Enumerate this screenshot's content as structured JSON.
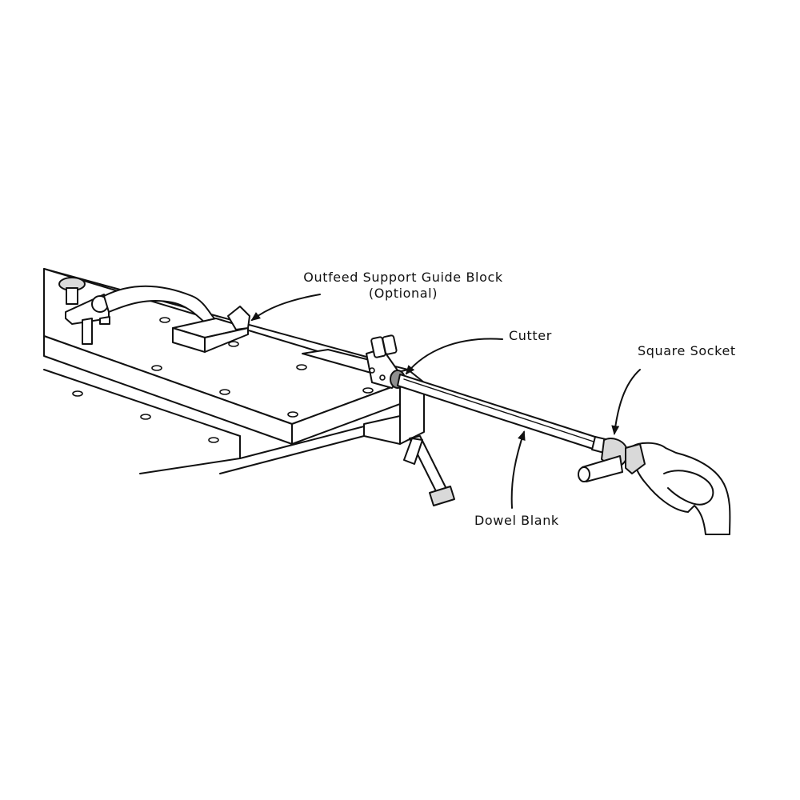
{
  "labels": {
    "outfeed_line1": "Outfeed Support Guide Block",
    "outfeed_line2": "(Optional)",
    "cutter": "Cutter",
    "square_socket": "Square Socket",
    "dowel_blank": "Dowel Blank"
  }
}
